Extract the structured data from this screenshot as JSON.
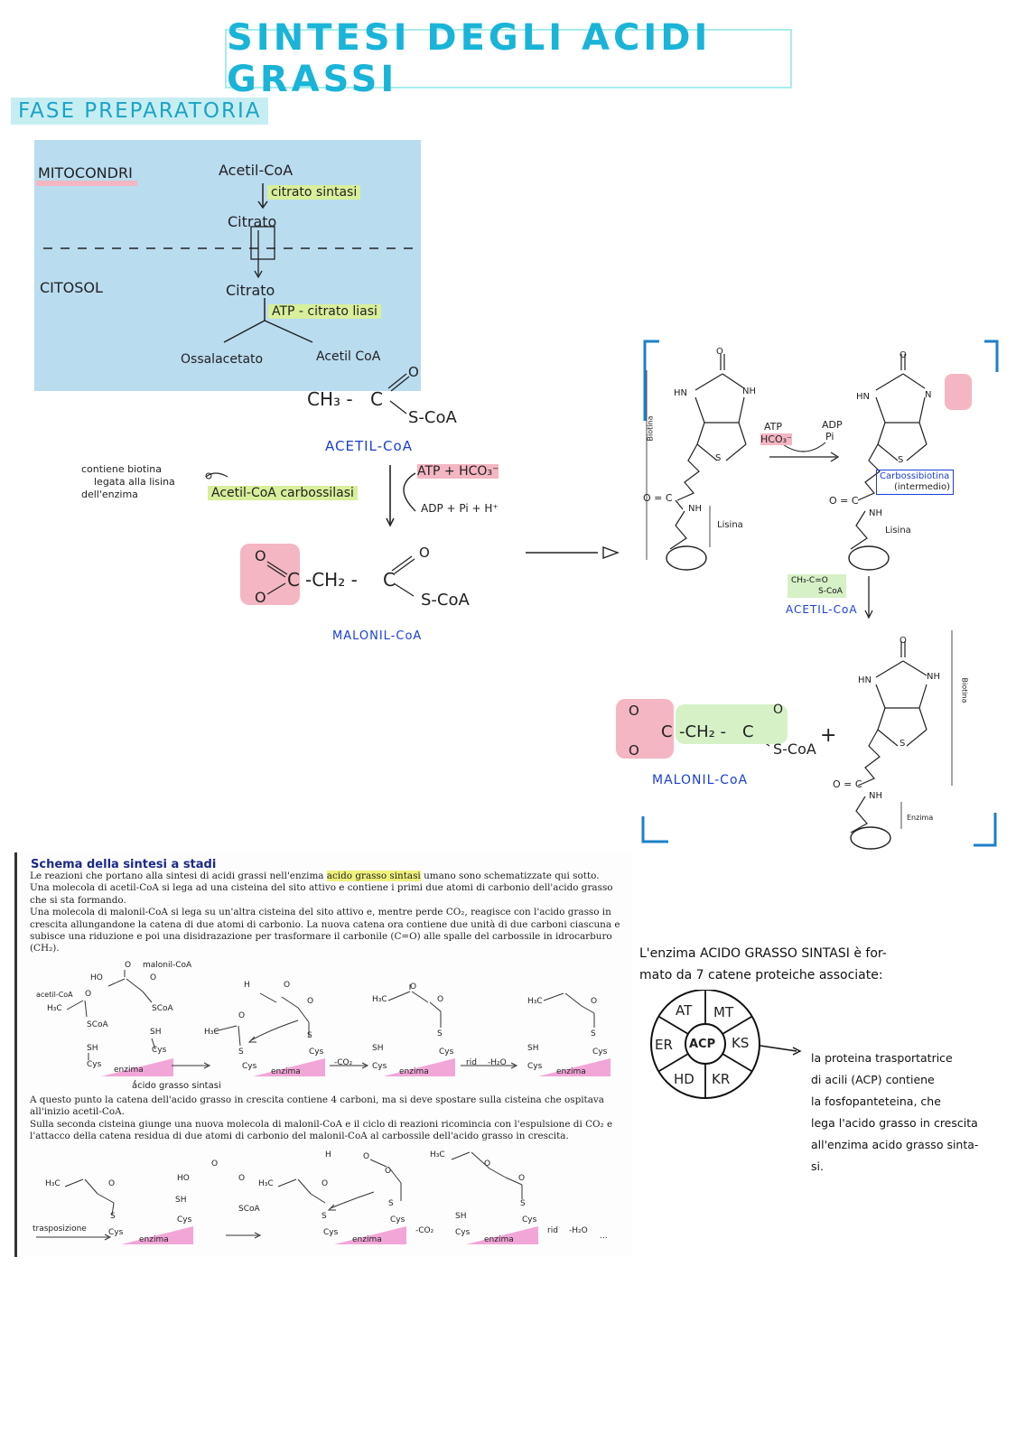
{
  "title": "SINTESI DEGLI ACIDI GRASSI",
  "phase": "FASE PREPARATORIA",
  "prep": {
    "mitocondri": "MITOCONDRI",
    "citosol": "CITOSOL",
    "acetil_coa": "Acetil-CoA",
    "citrato_sintasi": "citrato sintasi",
    "citrato_top": "Citrato",
    "citrato_bottom": "Citrato",
    "atp_citrato_liasi": "ATP - citrato liasi",
    "ossalacetato": "Ossalacetato",
    "acetil_coa_2": "Acetil CoA"
  },
  "acetyl": {
    "ch3": "CH₃ -",
    "c": "C",
    "o": "O",
    "scoa": "S-CoA",
    "name": "ACETIL-CoA"
  },
  "carboxylase": {
    "note_l1": "contiene biotina",
    "note_l2": "legata alla lisina",
    "note_l3": "dell'enzima",
    "enzyme": "Acetil-CoA carbossilasi",
    "atp_hco3": "ATP + HCO₃⁻",
    "adp_pi": "ADP + Pi + H⁺"
  },
  "malonyl": {
    "o1": "O",
    "o2": "O",
    "c": "C",
    "ch2": "-CH₂ -",
    "c2": "C",
    "o3": "O",
    "scoa": "S-CoA",
    "name": "MALONIL-CoA"
  },
  "biotin": {
    "biotina": "Biotina",
    "lisina": "Lisina",
    "lisina2": "Lisina",
    "atp": "ATP",
    "hco3": "HCO₃⁻",
    "adp": "ADP",
    "pi": "Pi",
    "carbossibiotina": "Carbossibiotina",
    "intermedio": "(intermedio)",
    "hn": "HN",
    "nh": "NH",
    "n": "N",
    "o": "O",
    "s": "S",
    "oc": "O = C",
    "acetil_small": "CH₃-C=O",
    "scoa_small": "S-CoA",
    "acetil_coa_label": "ACETIL-CoA",
    "malonil_label": "MALONIL-CoA",
    "malonil_ch2": "-CH₂ -",
    "malonil_scoa": "S-CoA",
    "plus": "+",
    "enzima": "Enzima",
    "biotina2": "Biotina"
  },
  "scheme": {
    "title": "Schema della sintesi a stadi",
    "p1a": "Le reazioni che portano alla sintesi di acidi grassi nell'enzima ",
    "p1b": "acido grasso sintasi",
    "p1c": " umano sono schematizzate qui sotto.",
    "p2": "Una molecola di acetil-CoA si lega ad una cisteina del sito attivo e contiene i primi due atomi di carbonio dell'acido grasso che si sta formando.",
    "p3": "Una molecola di malonil-CoA si lega su un'altra cisteina del sito attivo e, mentre perde CO₂, reagisce con l'acido grasso in crescita allungandone la catena di due atomi di carbonio. La nuova catena ora contiene due unità di due carboni ciascuna e subisce una riduzione e poi una disidrazazione per trasformare il carbonile (C=O) alle spalle del carbossile in idrocarburo (CH₂).",
    "p4": "A questo punto la catena dell'acido grasso in crescita contiene 4 carboni, ma si deve spostare sulla cisteina che ospitava all'inizio acetil-CoA.",
    "p5": "Sulla seconda cisteina giunge una nuova molecola di malonil-CoA e il ciclo di reazioni ricomincia con l'espulsione di CO₂ e l'attacco della catena residua di due atomi di carbonio del malonil-CoA al carbossile dell'acido grasso in crescita.",
    "acetil_coa": "acetil-CoA",
    "malonil_coa": "malonil-CoA",
    "enzima": "enzima",
    "cys": "Cys",
    "sh": "SH",
    "s": "S",
    "scoa": "SCoA",
    "ho": "HO",
    "h3c": "H₃C",
    "o": "O",
    "h": "H",
    "minus_co2": "-CO₂",
    "rid": "rid",
    "minus_h2o": "-H₂O",
    "ellipsis": "...",
    "trasposizione": "trasposizione",
    "handnote": "acido grasso sintasi"
  },
  "acp": {
    "intro_l1": "L'enzima ACIDO GRASSO SINTASI è for-",
    "intro_l2": "mato da 7 catene proteiche associate:",
    "segments": [
      "AT",
      "MT",
      "KS",
      "KR",
      "HD",
      "ER"
    ],
    "center": "ACP",
    "note_l1": "la proteina trasportatrice",
    "note_l2": "di acili (ACP) contiene",
    "note_l3": "la fosfopanteteina, che",
    "note_l4": "lega l'acido grasso in crescita",
    "note_l5": "all'enzima acido grasso sinta-",
    "note_l6": "si."
  }
}
